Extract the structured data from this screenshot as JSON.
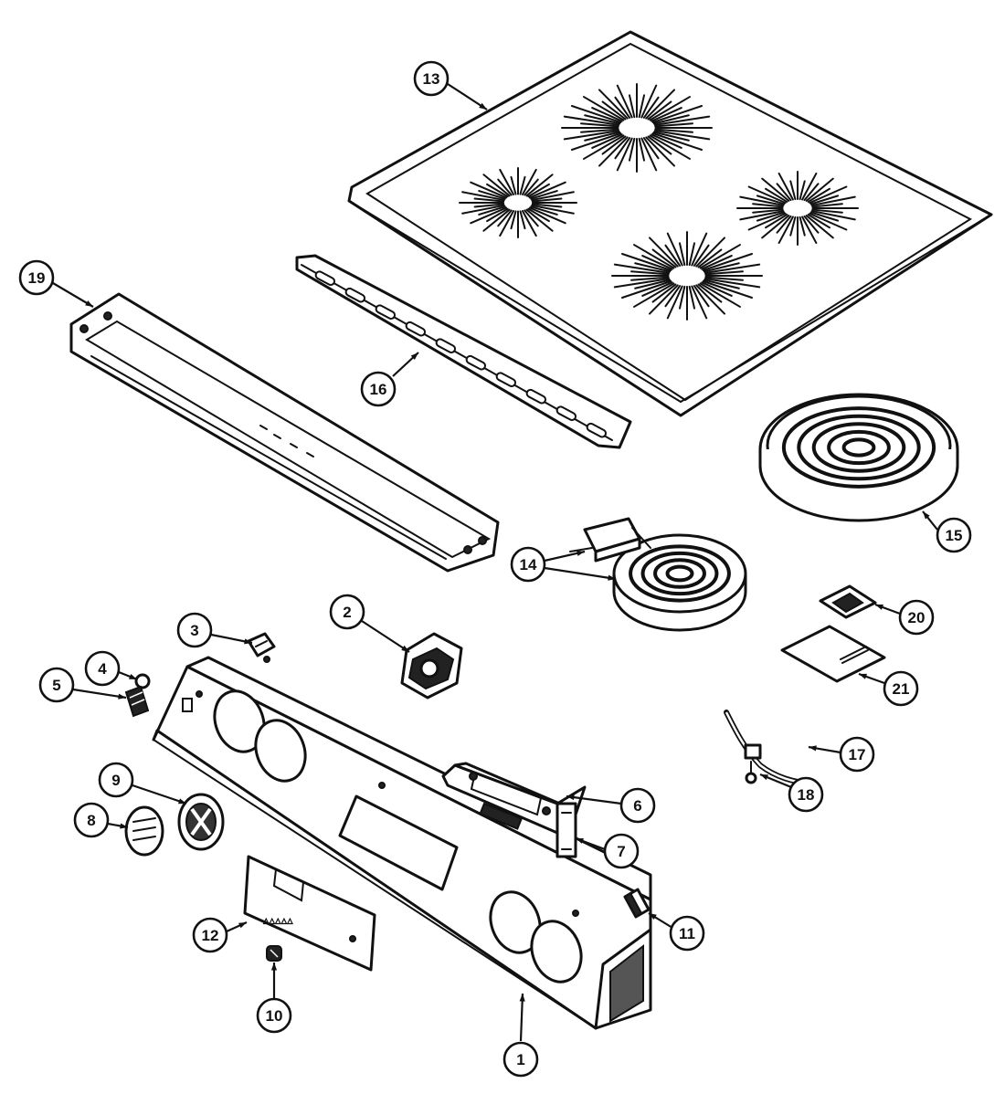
{
  "diagram": {
    "accent_color": "#111111",
    "background_color": "#ffffff",
    "callouts": [
      {
        "id": "1",
        "label": "1"
      },
      {
        "id": "2",
        "label": "2"
      },
      {
        "id": "3",
        "label": "3"
      },
      {
        "id": "4",
        "label": "4"
      },
      {
        "id": "5",
        "label": "5"
      },
      {
        "id": "6",
        "label": "6"
      },
      {
        "id": "7",
        "label": "7"
      },
      {
        "id": "8",
        "label": "8"
      },
      {
        "id": "9",
        "label": "9"
      },
      {
        "id": "10",
        "label": "10"
      },
      {
        "id": "11",
        "label": "11"
      },
      {
        "id": "12",
        "label": "12"
      },
      {
        "id": "13",
        "label": "13"
      },
      {
        "id": "14",
        "label": "14"
      },
      {
        "id": "15",
        "label": "15"
      },
      {
        "id": "16",
        "label": "16"
      },
      {
        "id": "17",
        "label": "17"
      },
      {
        "id": "18",
        "label": "18"
      },
      {
        "id": "19",
        "label": "19"
      },
      {
        "id": "20",
        "label": "20"
      },
      {
        "id": "21",
        "label": "21"
      }
    ]
  }
}
